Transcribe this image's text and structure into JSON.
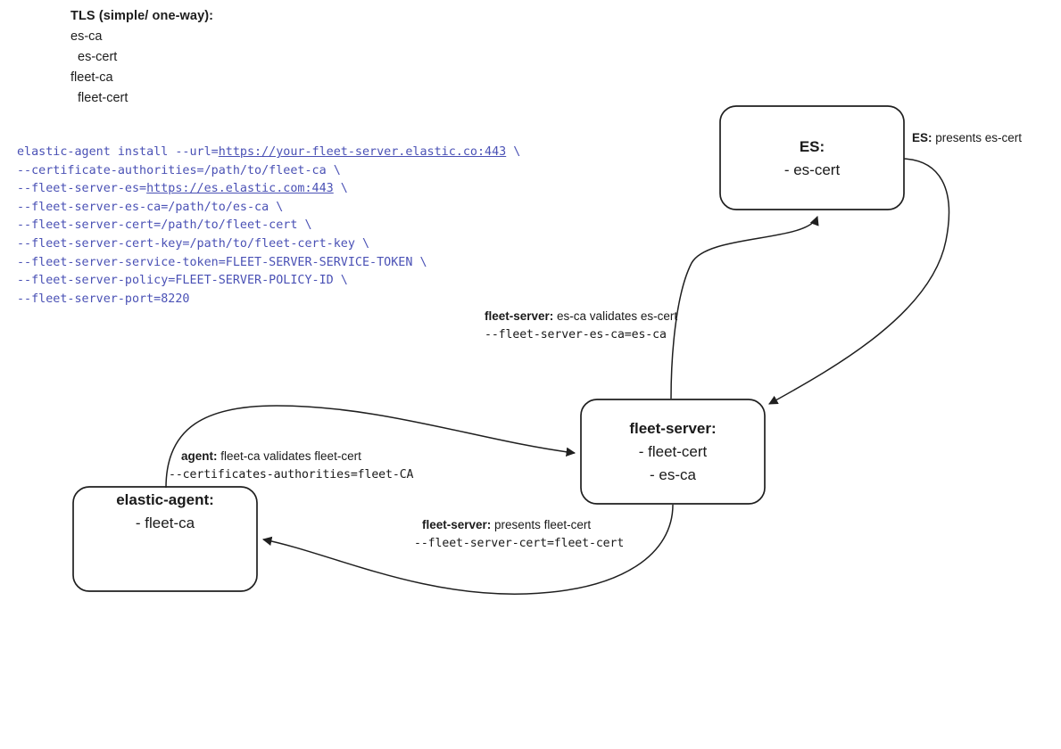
{
  "legend": {
    "title": "TLS (simple/ one-way):",
    "items": [
      {
        "text": "es-ca",
        "indent": 0
      },
      {
        "text": "es-cert",
        "indent": 1
      },
      {
        "text": "fleet-ca",
        "indent": 0
      },
      {
        "text": "fleet-cert",
        "indent": 1
      }
    ]
  },
  "command": {
    "lines": [
      [
        {
          "t": "elastic-agent install --url=",
          "link": false
        },
        {
          "t": "https://your-fleet-server.elastic.co:443",
          "link": true
        },
        {
          "t": " \\",
          "link": false
        }
      ],
      [
        {
          "t": "--certificate-authorities=/path/to/fleet-ca \\",
          "link": false
        }
      ],
      [
        {
          "t": "--fleet-server-es=",
          "link": false
        },
        {
          "t": "https://es.elastic.com:443",
          "link": true
        },
        {
          "t": " \\",
          "link": false
        }
      ],
      [
        {
          "t": "--fleet-server-es-ca=/path/to/es-ca \\",
          "link": false
        }
      ],
      [
        {
          "t": "--fleet-server-cert=/path/to/fleet-cert \\",
          "link": false
        }
      ],
      [
        {
          "t": "--fleet-server-cert-key=/path/to/fleet-cert-key \\",
          "link": false
        }
      ],
      [
        {
          "t": "--fleet-server-service-token=FLEET-SERVER-SERVICE-TOKEN \\",
          "link": false
        }
      ],
      [
        {
          "t": "--fleet-server-policy=FLEET-SERVER-POLICY-ID \\",
          "link": false
        }
      ],
      [
        {
          "t": "--fleet-server-port=8220",
          "link": false
        }
      ]
    ],
    "text_color": "#4a51b5"
  },
  "nodes": {
    "es": {
      "title": "ES:",
      "lines": [
        "- es-cert"
      ]
    },
    "fleet_server": {
      "title": "fleet-server:",
      "lines": [
        "- fleet-cert",
        "- es-ca"
      ]
    },
    "elastic_agent": {
      "title": "elastic-agent:",
      "lines": [
        "- fleet-ca"
      ]
    }
  },
  "edge_labels": {
    "es_presents": {
      "bold": "ES:",
      "rest": " presents es-cert"
    },
    "fleet_validates": {
      "bold": "fleet-server:",
      "rest": " es-ca validates es-cert",
      "mono": "--fleet-server-es-ca=es-ca"
    },
    "agent_validates": {
      "bold": "agent:",
      "rest": " fleet-ca validates fleet-cert",
      "mono": "--certificates-authorities=fleet-CA"
    },
    "fleet_presents": {
      "bold": "fleet-server:",
      "rest": " presents fleet-cert",
      "mono": "--fleet-server-cert=fleet-cert"
    }
  },
  "style": {
    "stroke": "#1f1f1f",
    "box_fill": "#ffffff",
    "page_bg": "#ffffff"
  }
}
